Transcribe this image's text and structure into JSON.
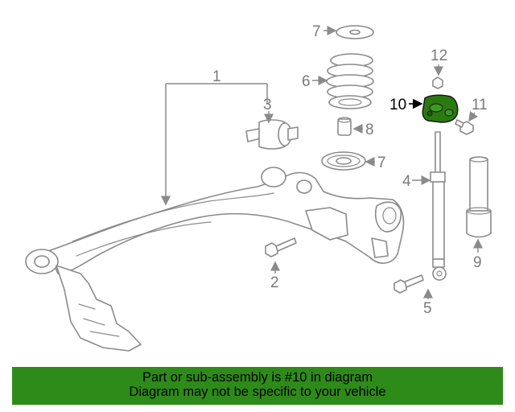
{
  "diagram": {
    "callouts": {
      "c1": "1",
      "c2": "2",
      "c3": "3",
      "c4": "4",
      "c5": "5",
      "c6": "6",
      "c7a": "7",
      "c7b": "7",
      "c8": "8",
      "c9": "9",
      "c10": "10",
      "c11": "11",
      "c12": "12"
    },
    "highlight_part": "10",
    "highlight_color": "#2a7a10",
    "line_color": "#8a8a8a"
  },
  "banner": {
    "line1": "Part or sub-assembly is #10 in diagram",
    "line2": "Diagram may not be specific to your vehicle",
    "background": "#2e8b1a"
  }
}
